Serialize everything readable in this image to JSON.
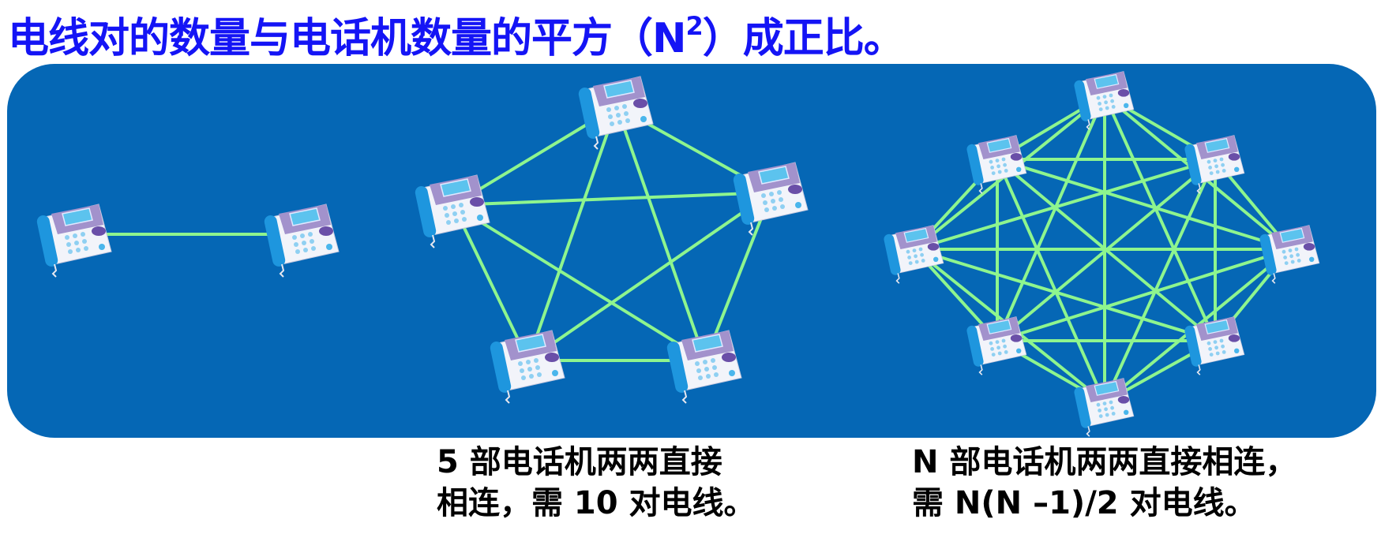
{
  "title": {
    "text_before": "电线对的数量与电话机数量的平方（N",
    "superscript": "2",
    "text_after": "）成正比。"
  },
  "diagrams": [
    {
      "name": "two-phones",
      "phone_count": 2
    },
    {
      "name": "five-phones",
      "phone_count": 5
    },
    {
      "name": "eight-phones",
      "phone_count": 8
    }
  ],
  "captions": {
    "five": {
      "line1": "5 部电话机两两直接",
      "line2": "相连，需 10 对电线。"
    },
    "n": {
      "line1": "N 部电话机两两直接相连，",
      "line2": "需 N(N –1)/2  对电线。"
    }
  },
  "colors": {
    "title": "#1414f5",
    "panel": "#0567b5",
    "wire": "#8ef58e"
  }
}
